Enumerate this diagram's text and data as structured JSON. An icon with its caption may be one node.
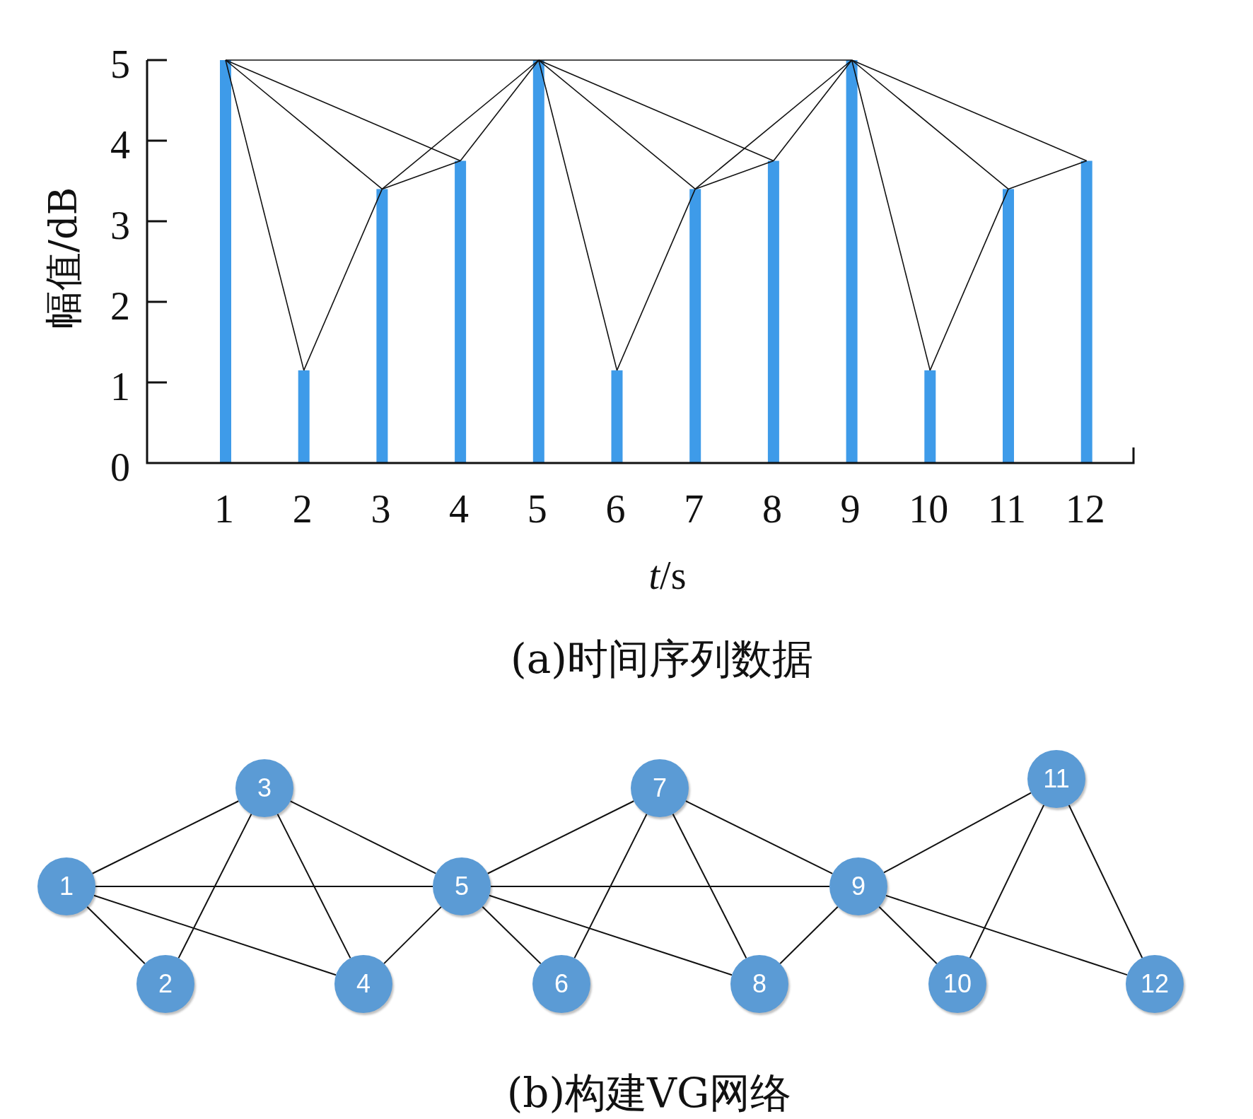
{
  "diagram": {
    "nodes": [
      {
        "text": [
          "1"
        ]
      },
      {
        "text": [
          "2"
        ]
      },
      {
        "text": [
          "3"
        ]
      },
      {
        "text": [
          "4"
        ]
      },
      {
        "text": [
          "5"
        ]
      },
      {
        "text": [
          "6"
        ]
      },
      {
        "text": [
          "7"
        ]
      },
      {
        "text": [
          "8"
        ]
      },
      {
        "text": [
          "9"
        ]
      },
      {
        "text": [
          "10"
        ]
      },
      {
        "text": [
          "11"
        ]
      },
      {
        "text": [
          "12"
        ]
      }
    ],
    "edges": [
      {
        "from": 0,
        "to": 2,
        "arrow": "none"
      },
      {
        "from": 0,
        "to": 4,
        "arrow": "none"
      },
      {
        "from": 0,
        "to": 1,
        "arrow": "none"
      },
      {
        "from": 0,
        "to": 3,
        "arrow": "none"
      },
      {
        "from": 2,
        "to": 1,
        "arrow": "none"
      },
      {
        "from": 2,
        "to": 3,
        "arrow": "none"
      },
      {
        "from": 2,
        "to": 4,
        "arrow": "none"
      },
      {
        "from": 4,
        "to": 3,
        "arrow": "none"
      },
      {
        "from": 4,
        "to": 6,
        "arrow": "none"
      },
      {
        "from": 4,
        "to": 8,
        "arrow": "none"
      },
      {
        "from": 4,
        "to": 5,
        "arrow": "none"
      },
      {
        "from": 4,
        "to": 7,
        "arrow": "none"
      },
      {
        "from": 6,
        "to": 5,
        "arrow": "none"
      },
      {
        "from": 6,
        "to": 7,
        "arrow": "none"
      },
      {
        "from": 6,
        "to": 8,
        "arrow": "none"
      },
      {
        "from": 8,
        "to": 7,
        "arrow": "none"
      },
      {
        "from": 8,
        "to": 10,
        "arrow": "none"
      },
      {
        "from": 8,
        "to": 9,
        "arrow": "none"
      },
      {
        "from": 8,
        "to": 11,
        "arrow": "none"
      },
      {
        "from": 10,
        "to": 9,
        "arrow": "none"
      },
      {
        "from": 10,
        "to": 11,
        "arrow": "none"
      }
    ],
    "labels": [
      "(a)时间序列数据",
      "(b)构建VG网络"
    ],
    "chart_data": {
      "type": "bar",
      "xlabel": "*t*/s",
      "ylabel": "幅值/dB",
      "categories": [
        "1",
        "2",
        "3",
        "4",
        "5",
        "6",
        "7",
        "8",
        "9",
        "10",
        "11",
        "12"
      ],
      "values": [
        5,
        1.15,
        3.4,
        3.75,
        5,
        1.15,
        3.4,
        3.75,
        5,
        1.15,
        3.4,
        3.75
      ],
      "ylim": [
        0,
        5
      ],
      "yticks": [
        0,
        1,
        2,
        3,
        4,
        5
      ]
    }
  }
}
